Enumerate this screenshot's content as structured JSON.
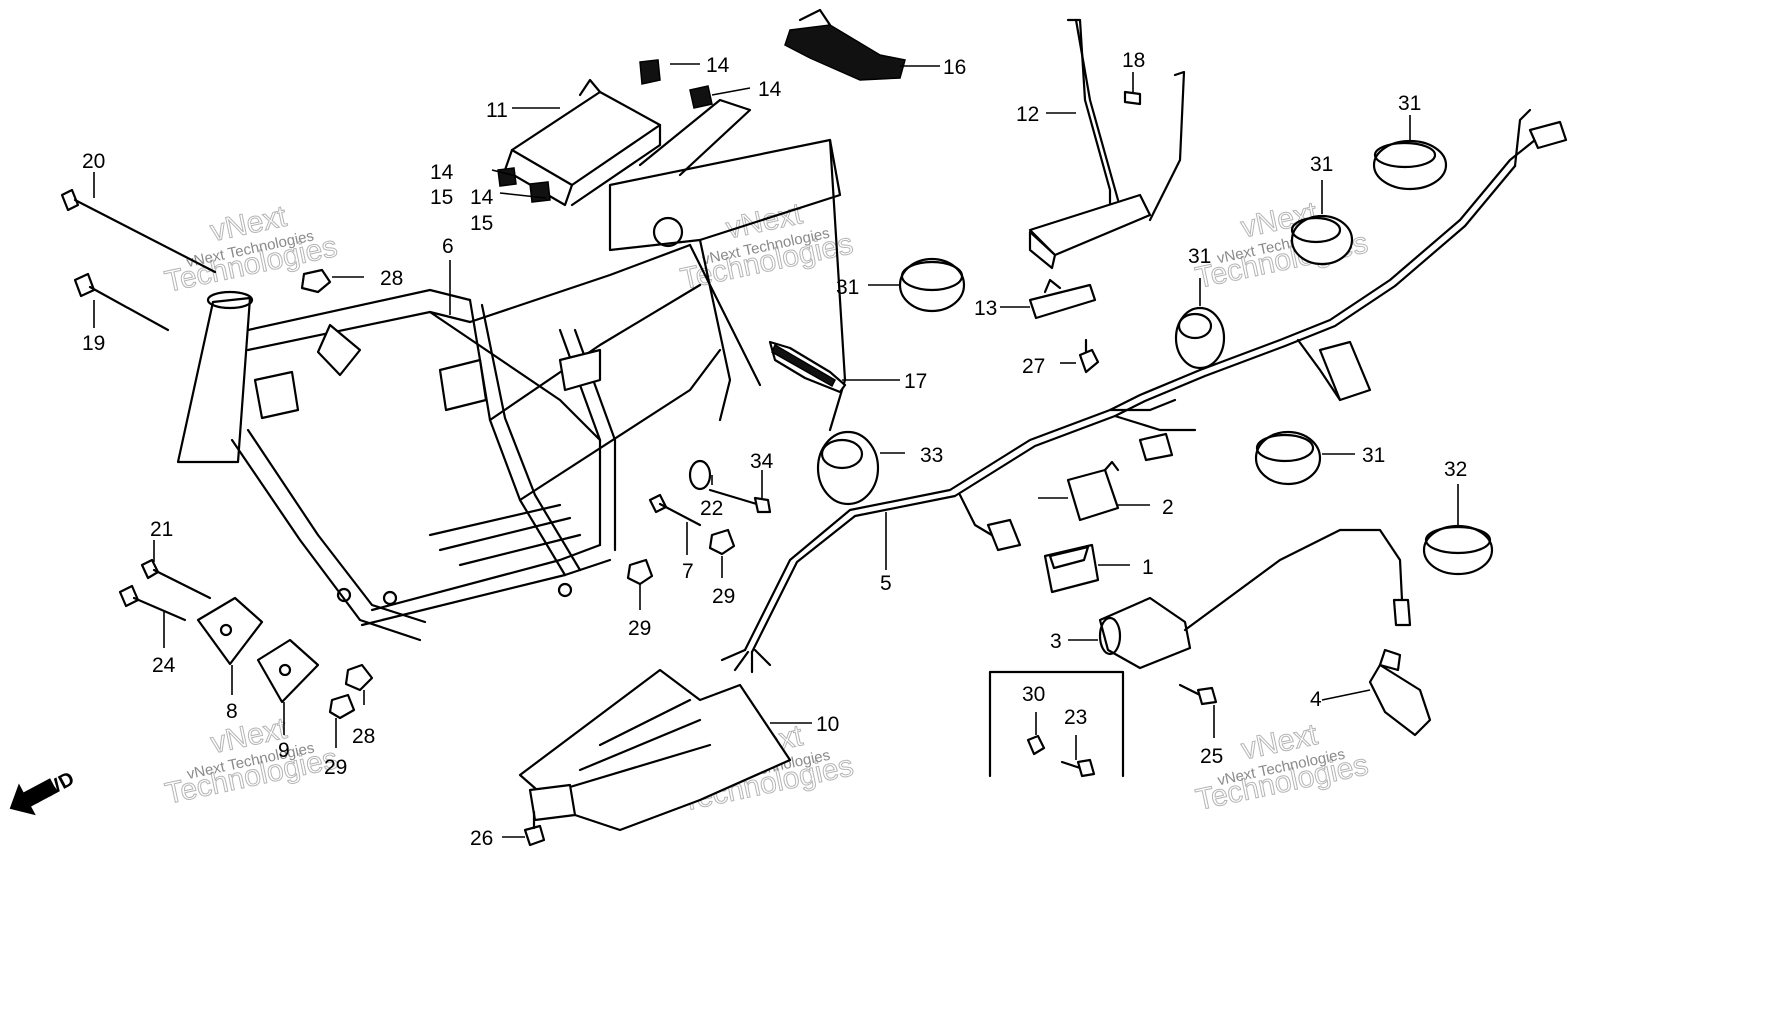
{
  "callouts": [
    "1",
    "2",
    "3",
    "4",
    "5",
    "6",
    "7",
    "8",
    "9",
    "10",
    "11",
    "12",
    "13",
    "14",
    "15",
    "16",
    "17",
    "18",
    "19",
    "20",
    "21",
    "22",
    "23",
    "24",
    "25",
    "26",
    "27",
    "28",
    "29",
    "30",
    "31",
    "32",
    "33",
    "34"
  ],
  "direction_label": "FWD",
  "watermark": {
    "line1": "vNext Technologies",
    "line2": "vNext",
    "line3": "Technologies"
  }
}
